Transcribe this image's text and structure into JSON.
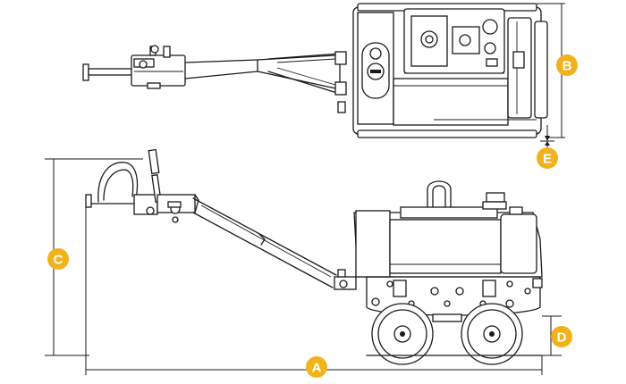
{
  "diagram": {
    "accent_color": "#f2b21c",
    "line_color": "#1a1a1a",
    "dimension_labels": {
      "A": "A",
      "B": "B",
      "C": "C",
      "D": "D",
      "E": "E"
    },
    "views": [
      "top-view",
      "side-view"
    ]
  }
}
